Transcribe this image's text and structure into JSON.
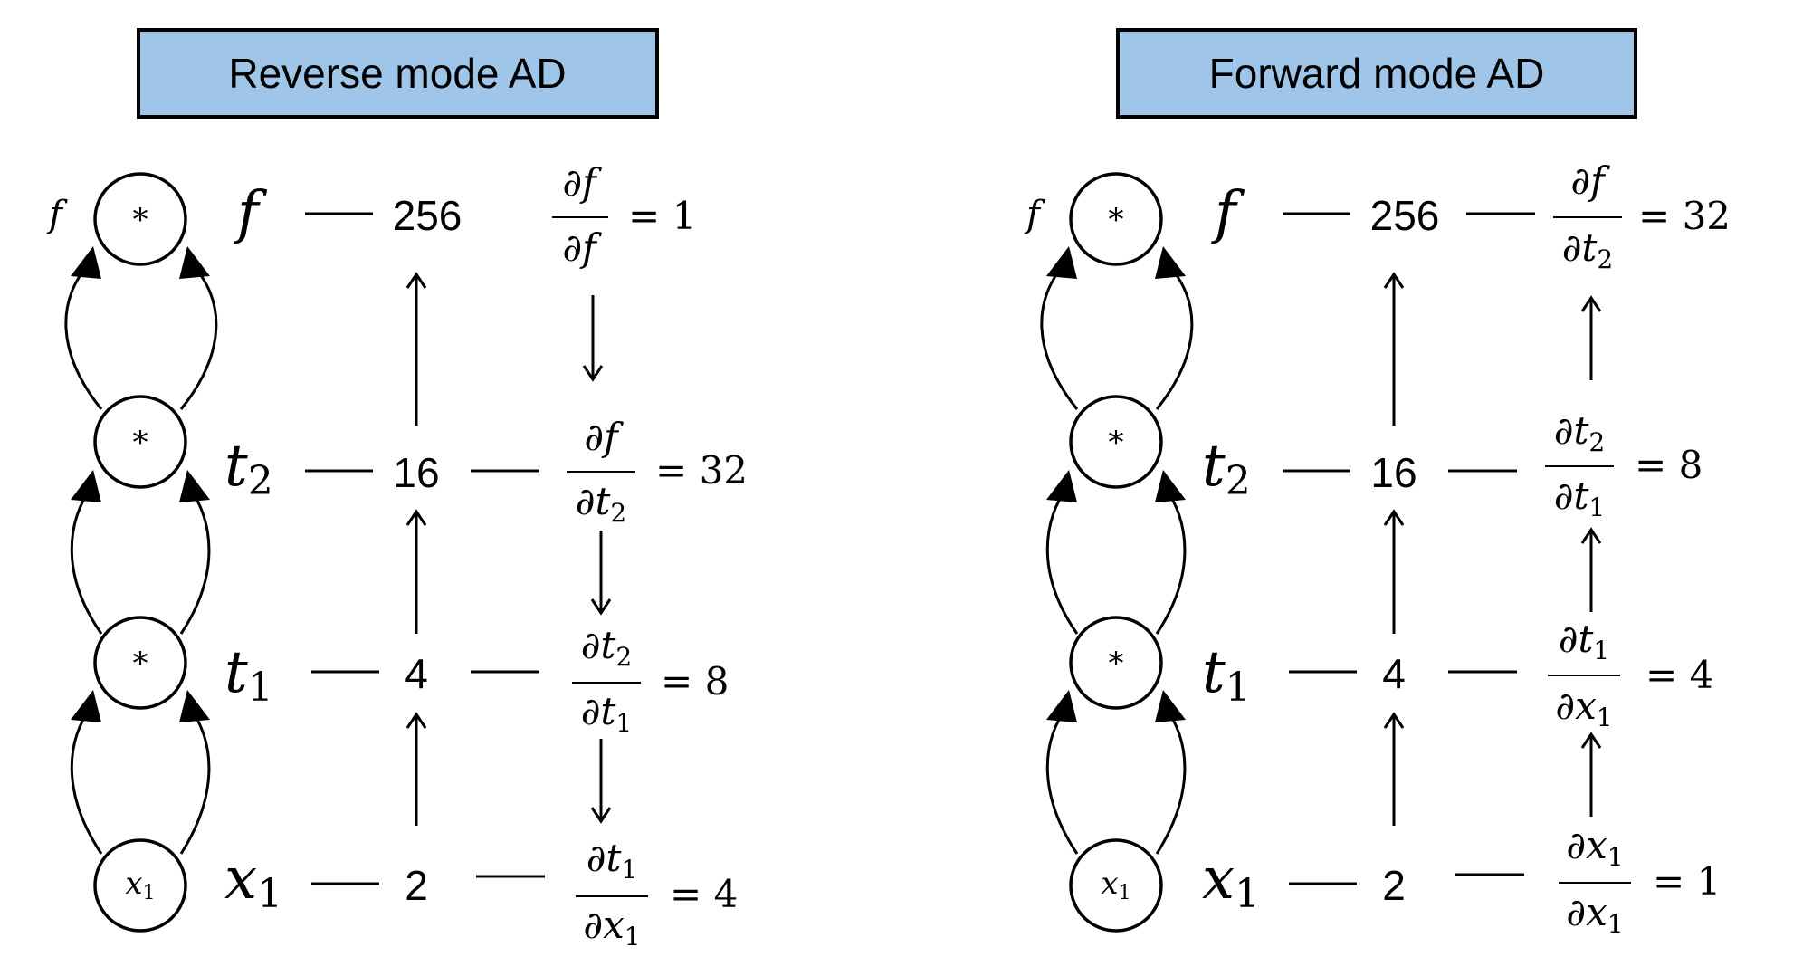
{
  "panels": [
    {
      "title": "Reverse mode AD",
      "graph_side_label": "f",
      "nodes": [
        {
          "op": "*"
        },
        {
          "op": "*"
        },
        {
          "op": "*"
        },
        {
          "var": "x",
          "sub": "1"
        }
      ],
      "rows": [
        {
          "var": "f",
          "sub": "",
          "value": "256",
          "d_num": "f",
          "d_num_sub": "",
          "d_den": "f",
          "d_den_sub": "",
          "result": "1"
        },
        {
          "var": "t",
          "sub": "2",
          "value": "16",
          "d_num": "f",
          "d_num_sub": "",
          "d_den": "t",
          "d_den_sub": "2",
          "result": "32"
        },
        {
          "var": "t",
          "sub": "1",
          "value": "4",
          "d_num": "t",
          "d_num_sub": "2",
          "d_den": "t",
          "d_den_sub": "1",
          "result": "8"
        },
        {
          "var": "x",
          "sub": "1",
          "value": "2",
          "d_num": "t",
          "d_num_sub": "1",
          "d_den": "x",
          "d_den_sub": "1",
          "result": "4"
        }
      ],
      "derivative_flow": "down"
    },
    {
      "title": "Forward mode AD",
      "graph_side_label": "f",
      "nodes": [
        {
          "op": "*"
        },
        {
          "op": "*"
        },
        {
          "op": "*"
        },
        {
          "var": "x",
          "sub": "1"
        }
      ],
      "rows": [
        {
          "var": "f",
          "sub": "",
          "value": "256",
          "d_num": "f",
          "d_num_sub": "",
          "d_den": "t",
          "d_den_sub": "2",
          "result": "32"
        },
        {
          "var": "t",
          "sub": "2",
          "value": "16",
          "d_num": "t",
          "d_num_sub": "2",
          "d_den": "t",
          "d_den_sub": "1",
          "result": "8"
        },
        {
          "var": "t",
          "sub": "1",
          "value": "4",
          "d_num": "t",
          "d_num_sub": "1",
          "d_den": "x",
          "d_den_sub": "1",
          "result": "4"
        },
        {
          "var": "x",
          "sub": "1",
          "value": "2",
          "d_num": "x",
          "d_num_sub": "1",
          "d_den": "x",
          "d_den_sub": "1",
          "result": "1"
        }
      ],
      "derivative_flow": "up"
    }
  ],
  "symbols": {
    "partial": "∂",
    "equals": "="
  }
}
